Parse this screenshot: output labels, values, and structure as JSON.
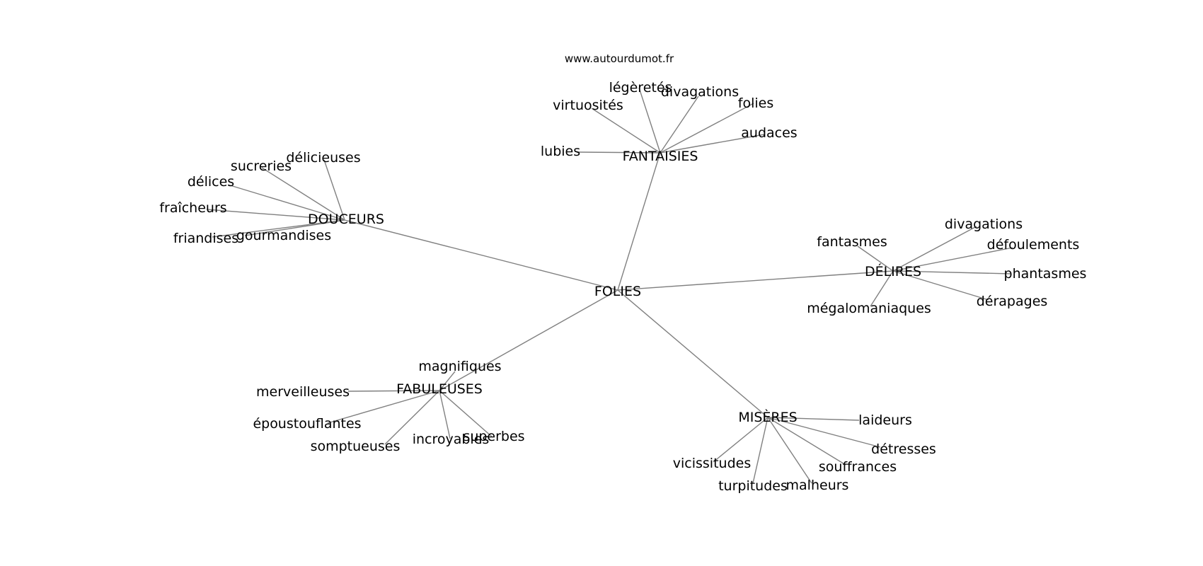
{
  "site_credit": "www.autourdumot.fr",
  "colors": {
    "edge": "#808080",
    "text": "#000000",
    "background": "#ffffff"
  },
  "root": {
    "label": "FOLIES"
  },
  "groups": [
    {
      "hub": "FANTAISIES",
      "leaves": [
        "lubies",
        "virtuosités",
        "légèretés",
        "divagations",
        "folies",
        "audaces"
      ]
    },
    {
      "hub": "DOUCEURS",
      "leaves": [
        "délicieuses",
        "sucreries",
        "délices",
        "fraîcheurs",
        "gourmandises",
        "friandises"
      ]
    },
    {
      "hub": "DÉLIRES",
      "leaves": [
        "fantasmes",
        "divagations",
        "défoulements",
        "phantasmes",
        "dérapages",
        "mégalomaniaques"
      ]
    },
    {
      "hub": "FABULEUSES",
      "leaves": [
        "magnifiques",
        "merveilleuses",
        "époustouflantes",
        "somptueuses",
        "incroyables",
        "superbes"
      ]
    },
    {
      "hub": "MISÈRES",
      "leaves": [
        "laideurs",
        "détresses",
        "souffrances",
        "malheurs",
        "turpitudes",
        "vicissitudes"
      ]
    }
  ]
}
